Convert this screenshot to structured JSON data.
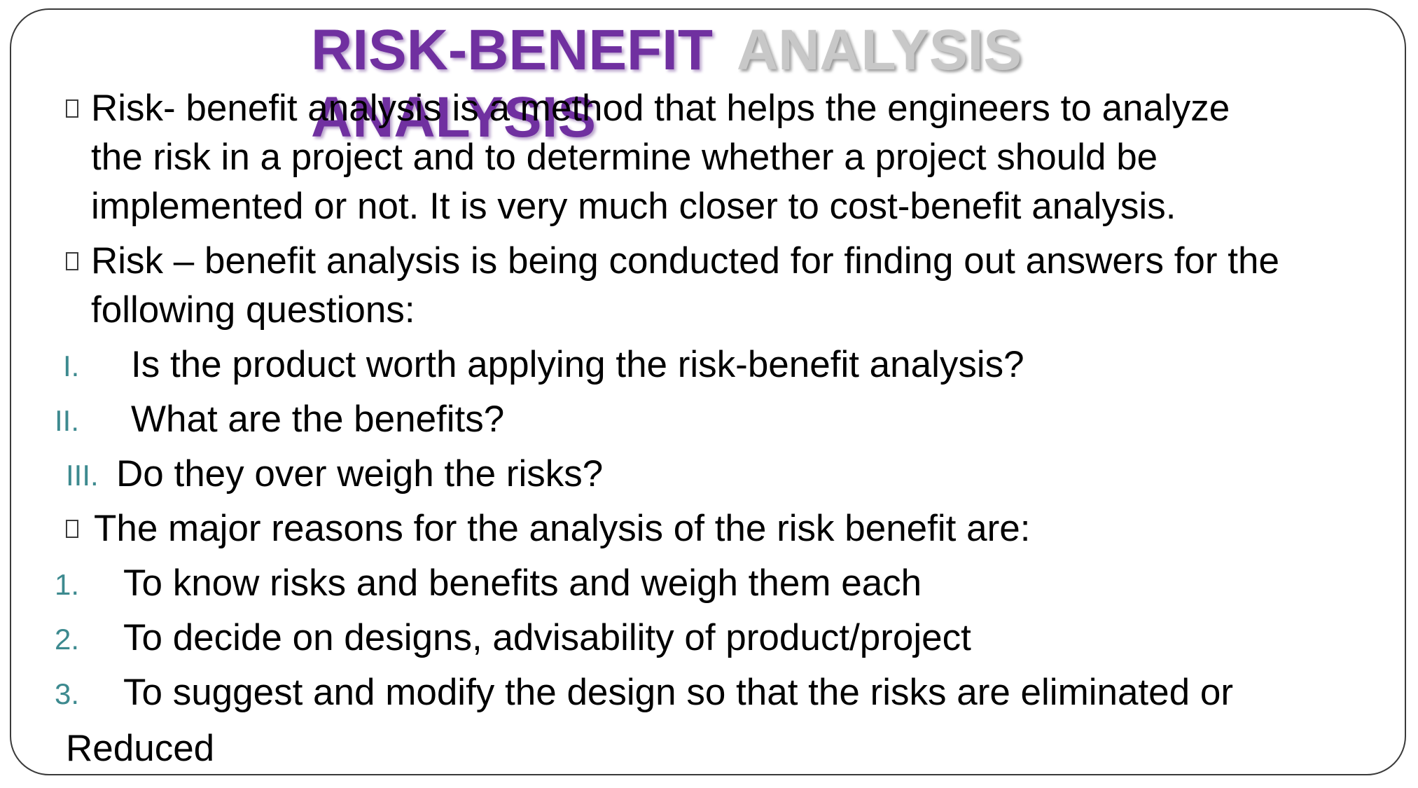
{
  "slide": {
    "title_line1": "RISK-BENEFIT",
    "title_line2": "ANALYSIS",
    "title_shadow": "ANALYSIS",
    "bullet_icon": "square-bullet-icon",
    "colors": {
      "title": "#7030a0",
      "shadow": "#c8c8c8",
      "numbering": "#3d8a8f",
      "frame": "#3a3a3a"
    },
    "paragraphs": [
      {
        "lines": [
          "Risk- benefit analysis is a method that helps the engineers to analyze",
          "the risk in a project and to determine whether a project should be",
          "implemented or not. It is very much closer to cost-benefit analysis."
        ]
      },
      {
        "lines": [
          "Risk – benefit analysis is being conducted for finding out answers for the",
          "following questions:"
        ]
      }
    ],
    "questions": [
      {
        "num": "I.",
        "text": "Is the product worth applying the risk-benefit analysis?"
      },
      {
        "num": "II.",
        "text": "What are the benefits?"
      },
      {
        "num": "III.",
        "text": "Do they over weigh the risks?"
      }
    ],
    "reasons_intro": "The major reasons for the analysis of the risk benefit are:",
    "reasons": [
      {
        "num": "1.",
        "text": "To know risks and benefits and weigh them each"
      },
      {
        "num": "2.",
        "text": "To decide on designs, advisability of product/project"
      },
      {
        "num": "3.",
        "text": "To suggest and modify the design so that the risks are eliminated or"
      }
    ],
    "reasons_continuation": "Reduced"
  }
}
